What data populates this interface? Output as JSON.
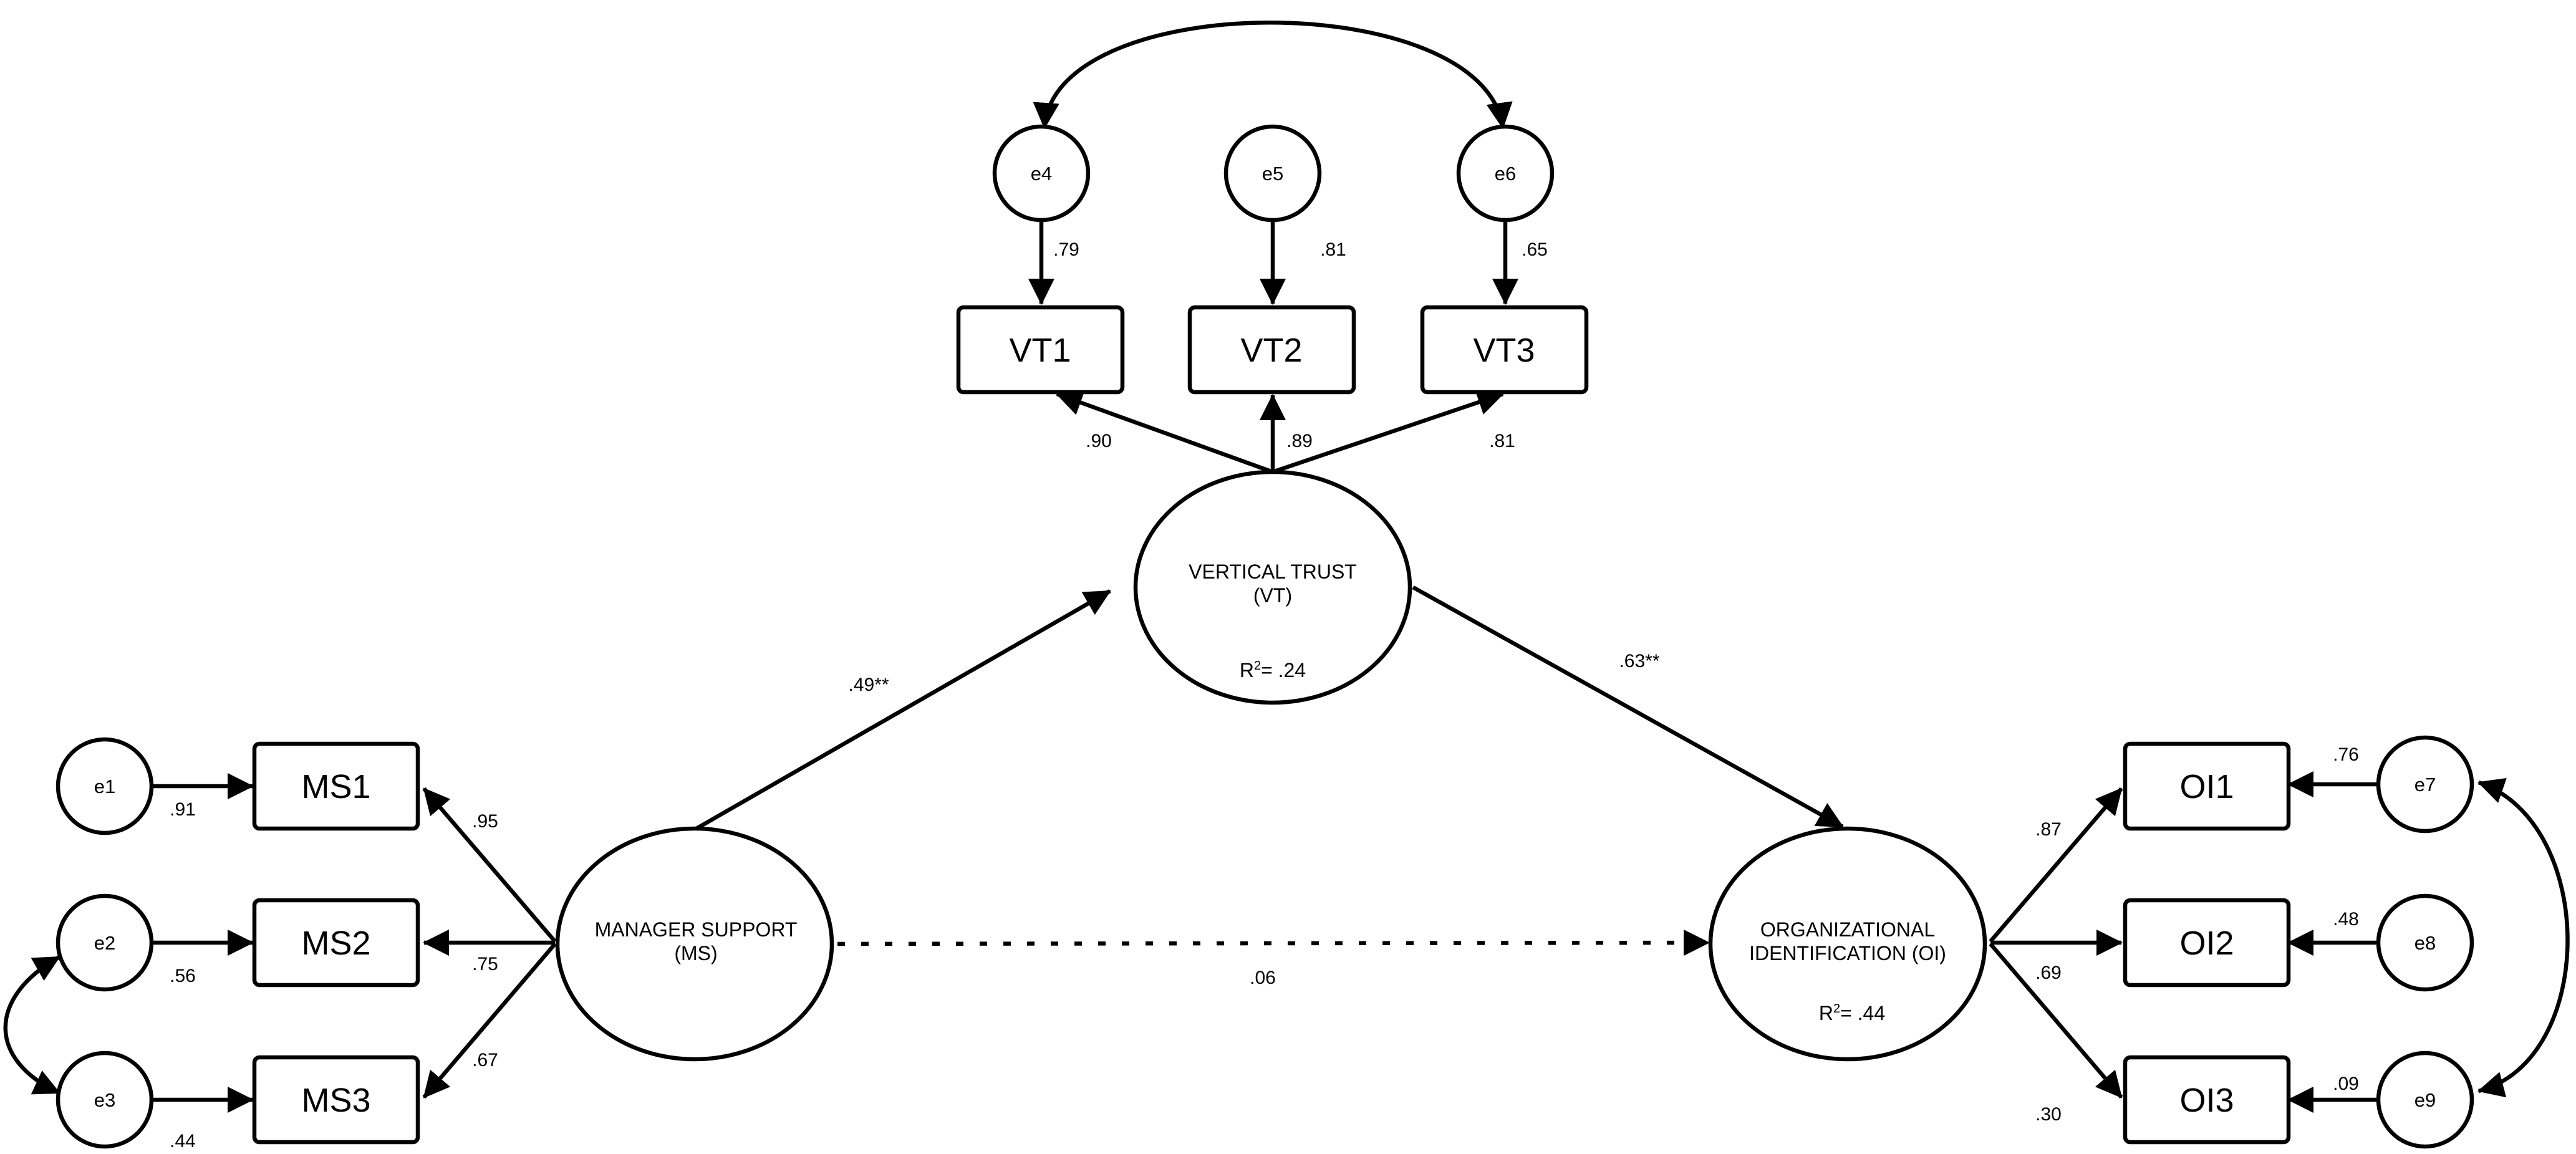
{
  "nodes": {
    "e1": "e1",
    "e2": "e2",
    "e3": "e3",
    "e4": "e4",
    "e5": "e5",
    "e6": "e6",
    "e7": "e7",
    "e8": "e8",
    "e9": "e9",
    "ms1": "MS1",
    "ms2": "MS2",
    "ms3": "MS3",
    "vt1": "VT1",
    "vt2": "VT2",
    "vt3": "VT3",
    "oi1": "OI1",
    "oi2": "OI2",
    "oi3": "OI3",
    "ms": {
      "line1": "MANAGER SUPPORT",
      "line2": "(MS)"
    },
    "vt": {
      "line1": "VERTICAL TRUST",
      "line2": "(VT)",
      "r2_prefix": "R",
      "r2_sup": "2",
      "r2_value": "= .24"
    },
    "oi": {
      "line1": "ORGANIZATIONAL",
      "line2": "IDENTIFICATION (OI)",
      "r2_prefix": "R",
      "r2_sup": "2",
      "r2_value": "= .44"
    }
  },
  "edges": {
    "e1_ms1": ".91",
    "e2_ms2": ".56",
    "e3_ms3": ".44",
    "ms_ms1": ".95",
    "ms_ms2": ".75",
    "ms_ms3": ".67",
    "e4_vt1": ".79",
    "e5_vt2": ".81",
    "e6_vt3": ".65",
    "vt_vt1": ".90",
    "vt_vt2": ".89",
    "vt_vt3": ".81",
    "ms_vt": ".49**",
    "vt_oi": ".63**",
    "ms_oi": ".06",
    "oi_oi1": ".87",
    "oi_oi2": ".69",
    "oi_oi3": ".30",
    "e7_oi1": ".76",
    "e8_oi2": ".48",
    "e9_oi3": ".09"
  }
}
